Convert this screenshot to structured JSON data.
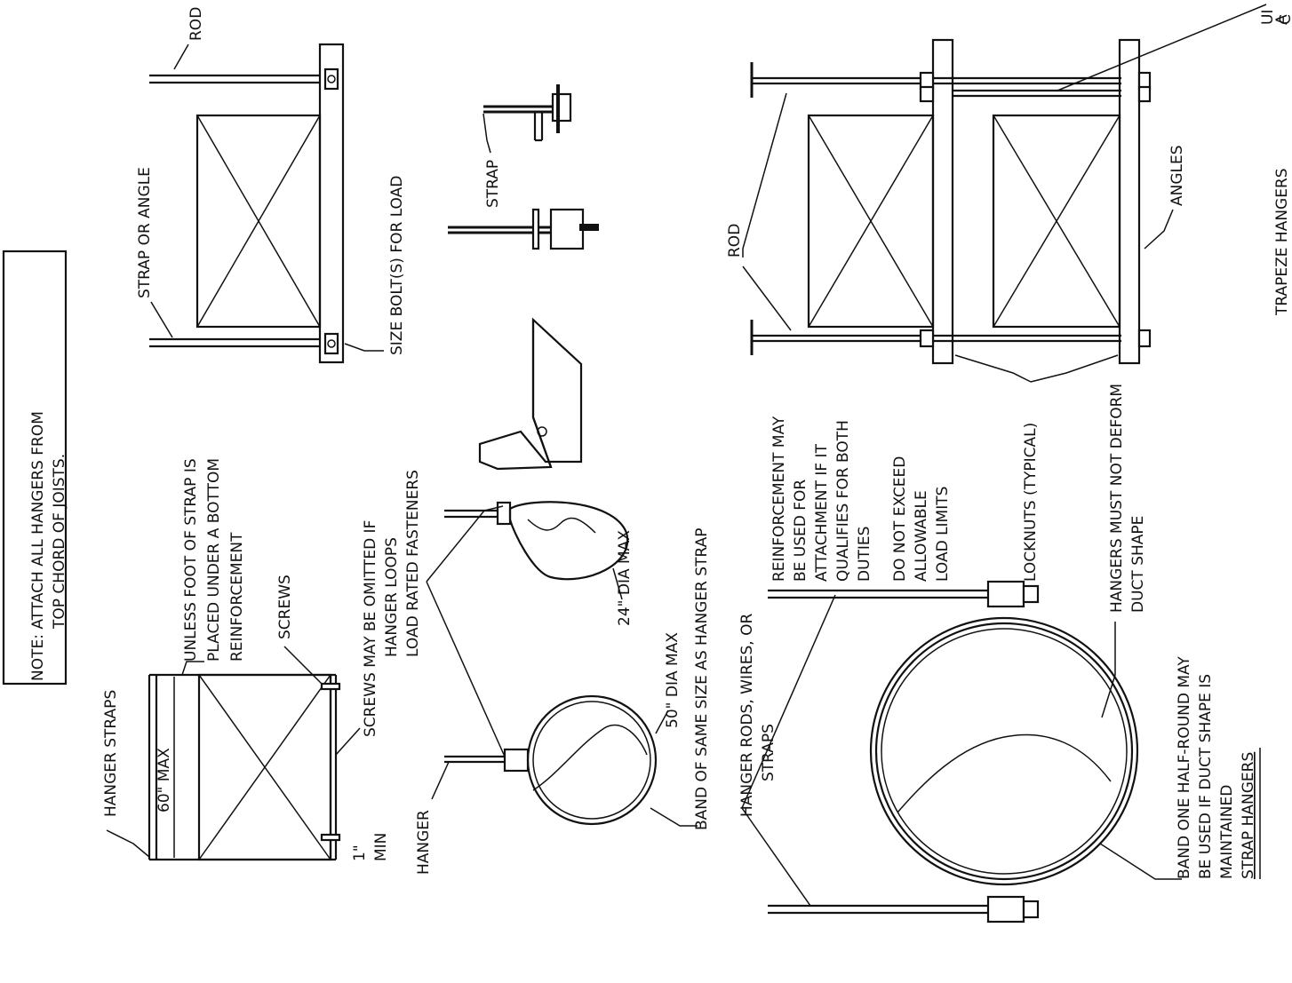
{
  "note": {
    "line1": "NOTE:  ATTACH ALL HANGERS FROM",
    "line2": "TOP CHORD OF JOISTS."
  },
  "strap_section": {
    "hanger_straps": "HANGER STRAPS",
    "max_60": "60\" MAX",
    "one_inch": "1\"",
    "min": "MIN",
    "unless_1": "UNLESS FOOT OF STRAP IS",
    "unless_2": "PLACED UNDER A BOTTOM",
    "unless_3": "REINFORCEMENT",
    "screws": "SCREWS",
    "omit_1": "SCREWS MAY BE OMITTED IF",
    "omit_2": "HANGER LOOPS",
    "omit_3": "LOAD RATED FASTENERS"
  },
  "top_section": {
    "rod": "ROD",
    "strap_or_angle": "STRAP OR ANGLE",
    "size_bolts": "SIZE BOLT(S) FOR LOAD",
    "strap": "STRAP"
  },
  "round_section": {
    "hanger": "HANGER",
    "dia_24": "24\" DIA MAX",
    "dia_50": "50\" DIA MAX",
    "band_same": "BAND OF SAME SIZE AS HANGER STRAP"
  },
  "large_round": {
    "rods_1": "HANGER RODS, WIRES, OR",
    "rods_2": "STRAPS",
    "reinf_1": "REINFORCEMENT MAY",
    "reinf_2": "BE USED FOR",
    "reinf_3": "ATTACHMENT IF IT",
    "reinf_4": "QUALIFIES FOR BOTH",
    "reinf_5": "DUTIES",
    "exceed_1": "DO NOT EXCEED",
    "exceed_2": "ALLOWABLE",
    "exceed_3": "LOAD LIMITS",
    "locknuts": "LOCKNUTS (TYPICAL)",
    "deform_1": "HANGERS MUST NOT DEFORM",
    "deform_2": "DUCT SHAPE",
    "band_1": "BAND ONE HALF-ROUND MAY",
    "band_2": "BE USED IF DUCT SHAPE IS",
    "band_3": "MAINTAINED",
    "strap_hangers": "STRAP HANGERS"
  },
  "trapeze": {
    "rod": "ROD",
    "angles": "ANGLES",
    "trapeze_hangers": "TRAPEZE HANGERS",
    "edge_1": "A",
    "edge_2": "UI",
    "edge_3": "C"
  }
}
